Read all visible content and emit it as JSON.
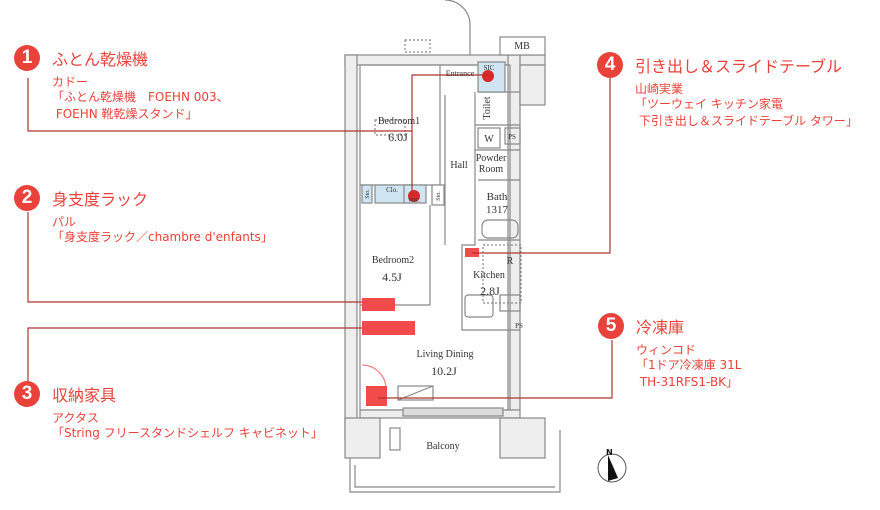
{
  "items": [
    {
      "num": "1",
      "title": "ふとん乾燥機",
      "maker": "カドー",
      "product": "「ふとん乾燥機　FOEHN 003、\n FOEHN 靴乾燥スタンド」"
    },
    {
      "num": "2",
      "title": "身支度ラック",
      "maker": "パル",
      "product": "「身支度ラック／chambre d'enfants」"
    },
    {
      "num": "3",
      "title": "収納家具",
      "maker": "アクタス",
      "product": "「String フリースタンドシェルフ キャビネット」"
    },
    {
      "num": "4",
      "title": "引き出し＆スライドテーブル",
      "maker": "山崎実業",
      "product": "「ツーウェイ キッチン家電\n 下引き出し＆スライドテーブル タワー」"
    },
    {
      "num": "5",
      "title": "冷凍庫",
      "maker": "ウィンコド",
      "product": "「1ドア冷凍庫 31L\n TH-31RFS1-BK」"
    }
  ],
  "plan": {
    "mb": "MB",
    "entrance": "Entrance",
    "sic": "SIC",
    "toilet": "Toilet",
    "w": "W",
    "ps": "PS",
    "hall": "Hall",
    "powder1": "Powder",
    "powder2": "Room",
    "bath": "Bath",
    "bath_size": "1317",
    "bedroom1": "Bedroom1",
    "bedroom1_size": "6.0J",
    "clo": "Clo.",
    "sto": "Sto.",
    "wic": "WIC",
    "bedroom2": "Bedroom2",
    "bedroom2_size": "4.5J",
    "kitchen": "Kitchen",
    "kitchen_size": "2.8J",
    "r": "R",
    "living": "Living Dining",
    "living_size": "10.2J",
    "balcony": "Balcony",
    "north": "N"
  },
  "colors": {
    "accent": "#e8423a",
    "leader": "#b0352d",
    "marker": "#f24b4b",
    "storage": "#cfe6f2"
  }
}
